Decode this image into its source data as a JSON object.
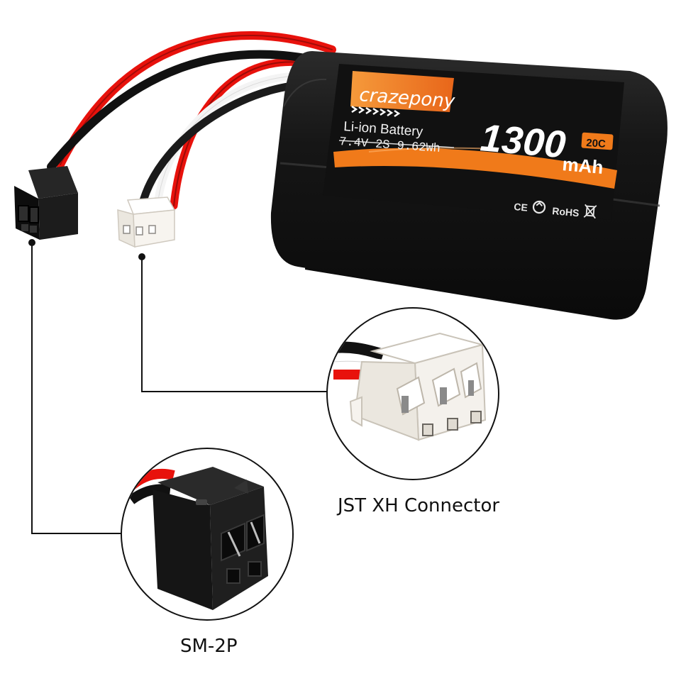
{
  "battery": {
    "brand": "crazepony",
    "type_line": "Li-ion Battery",
    "spec_line": "7.4V 2S 9.62Wh",
    "capacity": "1300",
    "capacity_unit": "mAh",
    "c_rating": "20C",
    "marks": {
      "ce": "CE",
      "rohs": "RoHS"
    }
  },
  "callouts": {
    "jst": {
      "label": "JST XH Connector"
    },
    "sm": {
      "label": "SM-2P"
    }
  },
  "colors": {
    "battery_body": "#141414",
    "label_orange": "#f07a1a",
    "wire_red": "#e8120c",
    "wire_black": "#111111",
    "wire_white": "#f4f4f4",
    "connector_white": "#f7f4ef",
    "connector_black": "#1c1c1c",
    "leader_line": "#111111"
  }
}
